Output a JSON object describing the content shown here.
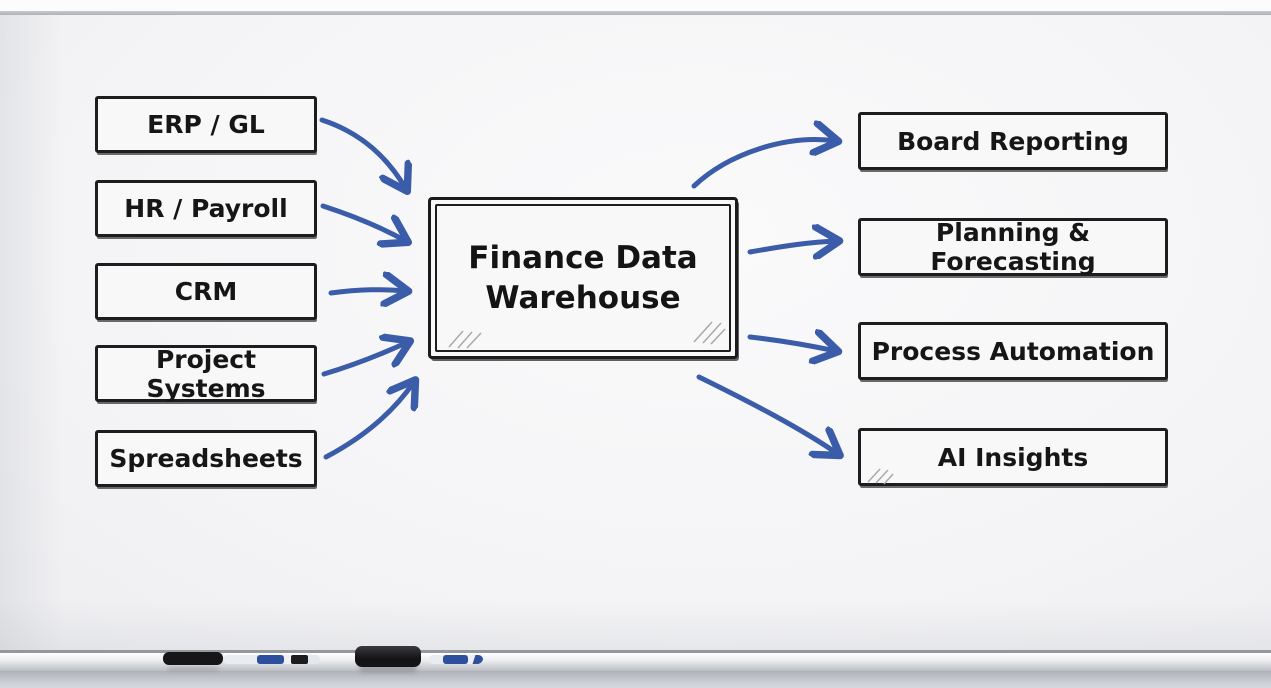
{
  "diagram": {
    "center_box": {
      "line1": "Finance Data",
      "line2": "Warehouse"
    },
    "source_boxes": [
      {
        "label": "ERP / GL"
      },
      {
        "label": "HR / Payroll"
      },
      {
        "label": "CRM"
      },
      {
        "label": "Project Systems"
      },
      {
        "label": "Spreadsheets"
      }
    ],
    "output_boxes": [
      {
        "label": "Board Reporting"
      },
      {
        "label": "Planning & Forecasting"
      },
      {
        "label": "Process Automation"
      },
      {
        "label": "AI Insights"
      }
    ],
    "colors": {
      "arrow_blue": "#3a5ca9",
      "marker_ink": "#1d1d1d",
      "board_surface": "#f6f6f8"
    }
  },
  "tray": {
    "markers": [
      {
        "name": "black-marker-cap"
      },
      {
        "name": "white-marker-blue-band"
      },
      {
        "name": "black-eraser"
      },
      {
        "name": "white-marker-blue-tip"
      }
    ]
  }
}
